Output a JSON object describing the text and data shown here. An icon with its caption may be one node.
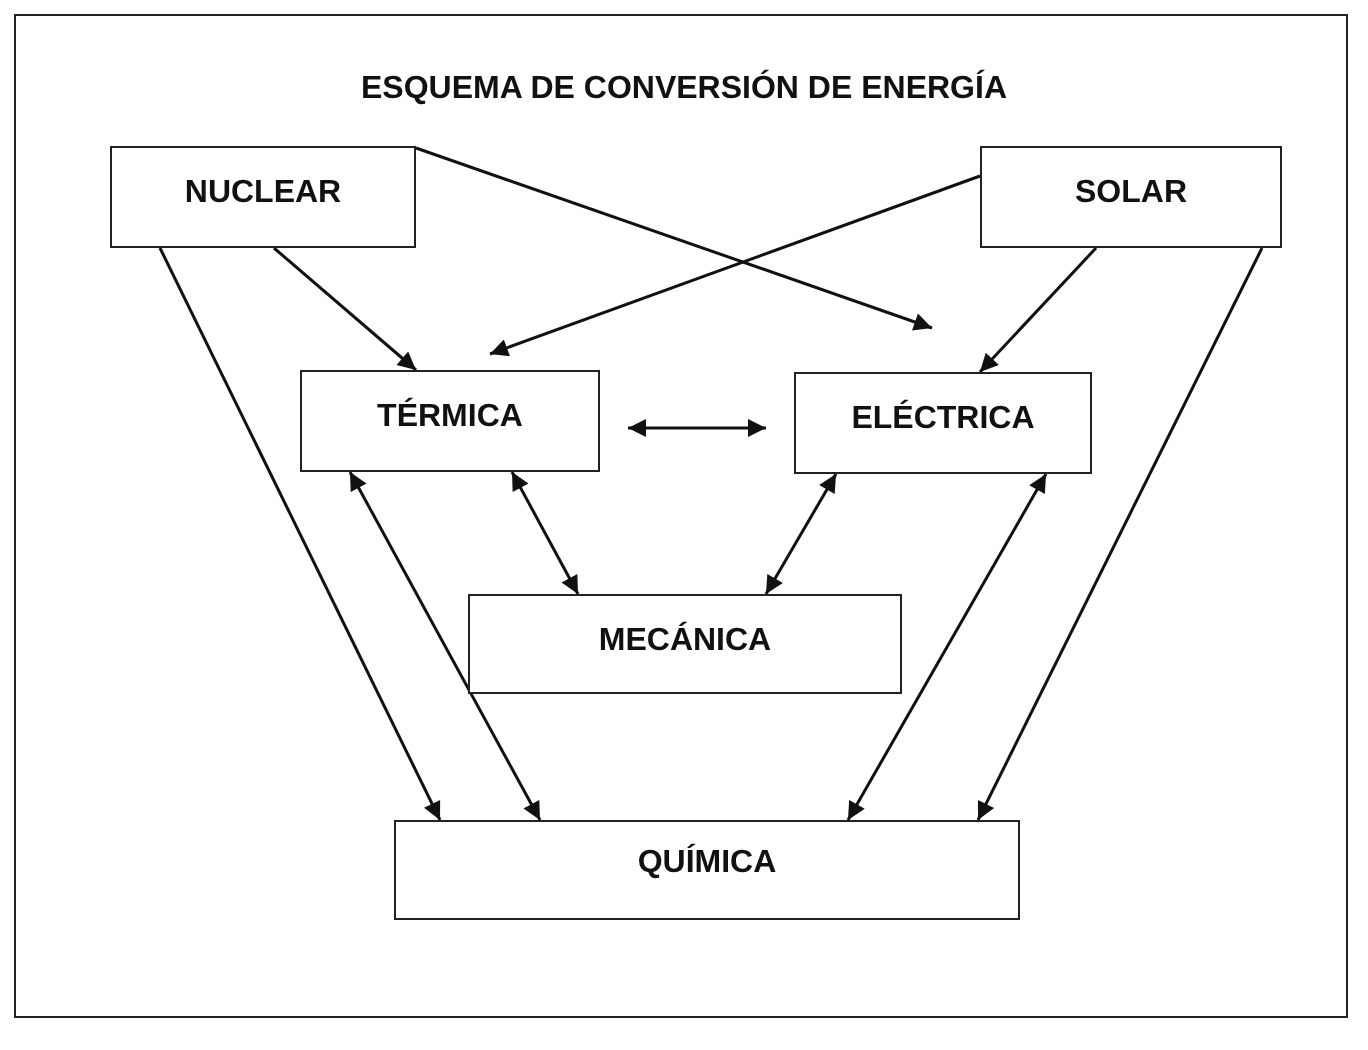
{
  "diagram": {
    "title": "ESQUEMA DE CONVERSIÓN DE ENERGÍA",
    "nodes": [
      {
        "text": [
          "NUCLEAR"
        ]
      },
      {
        "text": [
          "SOLAR"
        ]
      },
      {
        "text": [
          "TÉRMICA"
        ]
      },
      {
        "text": [
          "ELÉCTRICA"
        ]
      },
      {
        "text": [
          "MECÁNICA"
        ]
      },
      {
        "text": [
          "QUÍMICA"
        ]
      }
    ],
    "edges": [
      {
        "from": 0,
        "to": 2,
        "arrow": "to"
      },
      {
        "from": 0,
        "to": 3,
        "arrow": "to"
      },
      {
        "from": 1,
        "to": 2,
        "arrow": "to"
      },
      {
        "from": 1,
        "to": 3,
        "arrow": "to"
      },
      {
        "from": 2,
        "to": 3,
        "arrow": "both"
      },
      {
        "from": 2,
        "to": 4,
        "arrow": "both"
      },
      {
        "from": 3,
        "to": 4,
        "arrow": "both"
      },
      {
        "from": 0,
        "to": 5,
        "arrow": "to"
      },
      {
        "from": 2,
        "to": 5,
        "arrow": "both"
      },
      {
        "from": 3,
        "to": 5,
        "arrow": "both"
      },
      {
        "from": 1,
        "to": 5,
        "arrow": "to"
      }
    ]
  }
}
